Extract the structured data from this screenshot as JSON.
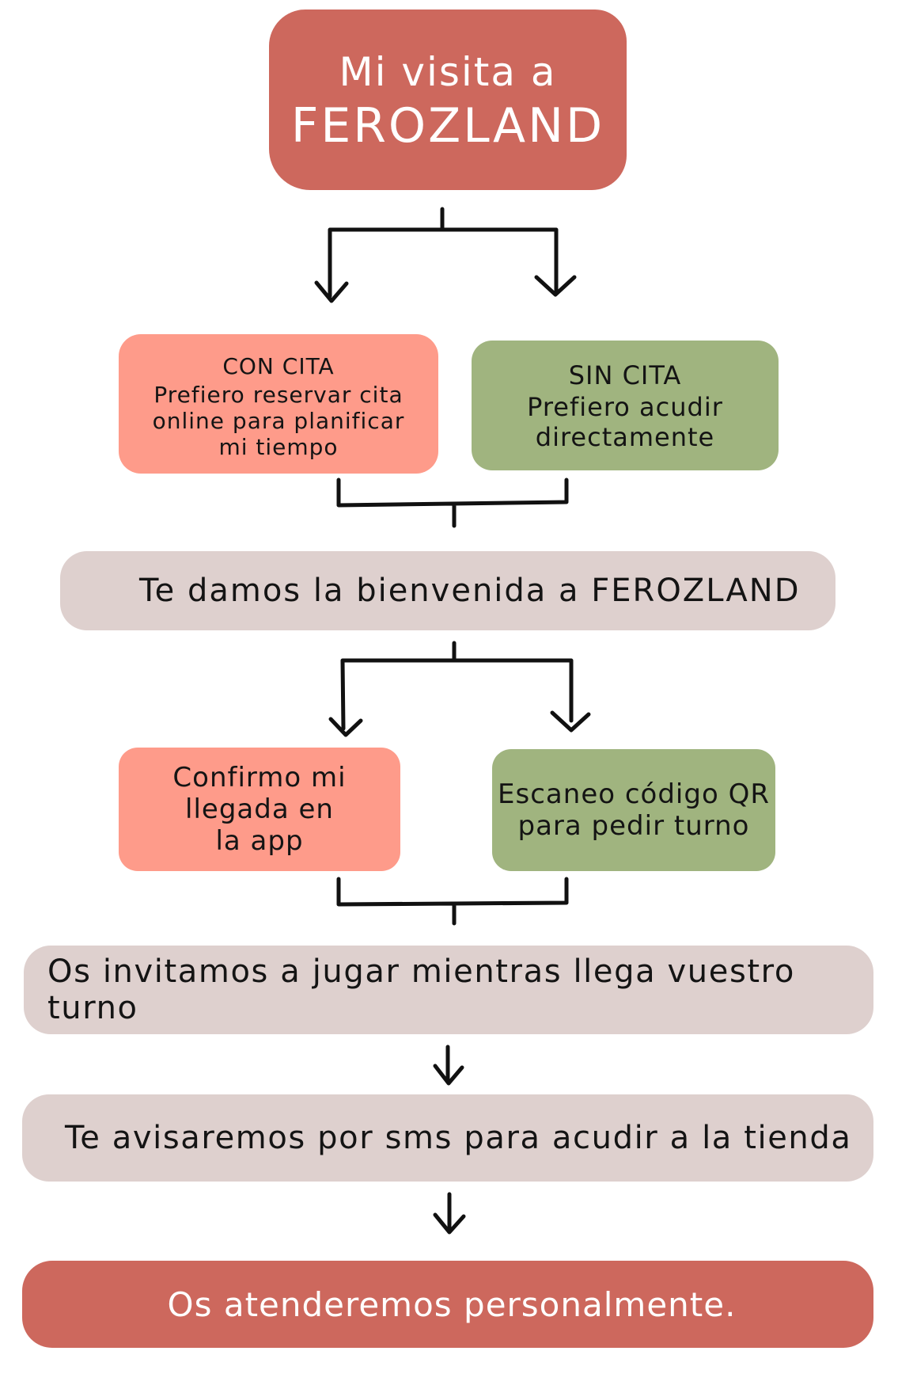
{
  "title": {
    "line1": "Mi visita a",
    "line2": "FEROZLAND"
  },
  "options": {
    "con_cita": {
      "heading": "CON CITA",
      "lines": [
        "Prefiero reservar cita",
        "online para planificar",
        "mi tiempo"
      ]
    },
    "sin_cita": {
      "heading": "SIN CITA",
      "lines": [
        "Prefiero acudir",
        "directamente"
      ]
    }
  },
  "welcome": "Te damos la bienvenida a FEROZLAND",
  "arrival": {
    "app": {
      "lines": [
        "Confirmo mi",
        "llegada en",
        "la app"
      ]
    },
    "qr": {
      "lines": [
        "Escaneo código QR",
        "para pedir turno"
      ]
    }
  },
  "invite": "Os invitamos a jugar mientras llega vuestro turno",
  "sms": "Te avisaremos por sms para acudir a la tienda",
  "final": "Os atenderemos personalmente.",
  "colors": {
    "brick": "#cd685d",
    "salmon": "#fe9b8a",
    "sage": "#a0b47f",
    "band": "#ded0ce",
    "line": "#111111"
  }
}
